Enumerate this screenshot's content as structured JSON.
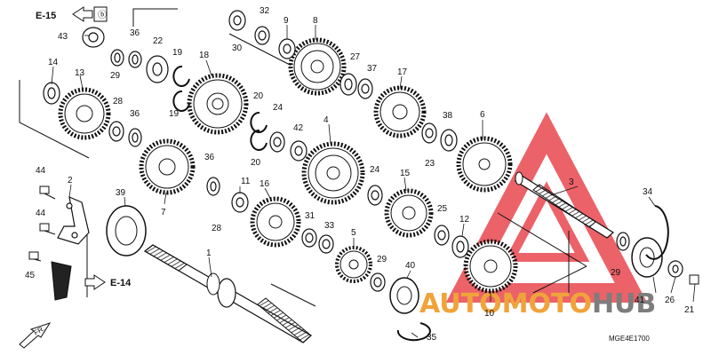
{
  "reference_codes": {
    "top": "E-15",
    "bottom": "E-14",
    "front": "FR.",
    "diagram_code": "MGE4E1700"
  },
  "watermark": {
    "part1": "AUTO",
    "part2": "MOTO",
    "part3": "HUB",
    "color_red": "#e8474f",
    "color_orange": "#f0a33a",
    "color_grey": "#7d7d7d"
  },
  "callouts": [
    {
      "id": "c1",
      "text": "1"
    },
    {
      "id": "c2",
      "text": "2"
    },
    {
      "id": "c3",
      "text": "3"
    },
    {
      "id": "c4",
      "text": "4"
    },
    {
      "id": "c5",
      "text": "5"
    },
    {
      "id": "c6",
      "text": "6"
    },
    {
      "id": "c7",
      "text": "7"
    },
    {
      "id": "c8",
      "text": "8"
    },
    {
      "id": "c9",
      "text": "9"
    },
    {
      "id": "c10",
      "text": "10"
    },
    {
      "id": "c11",
      "text": "11"
    },
    {
      "id": "c12",
      "text": "12"
    },
    {
      "id": "c13",
      "text": "13"
    },
    {
      "id": "c14",
      "text": "14"
    },
    {
      "id": "c15",
      "text": "15"
    },
    {
      "id": "c16",
      "text": "16"
    },
    {
      "id": "c17",
      "text": "17"
    },
    {
      "id": "c18",
      "text": "18"
    },
    {
      "id": "c19a",
      "text": "19"
    },
    {
      "id": "c19b",
      "text": "19"
    },
    {
      "id": "c20a",
      "text": "20"
    },
    {
      "id": "c20b",
      "text": "20"
    },
    {
      "id": "c21",
      "text": "21"
    },
    {
      "id": "c22",
      "text": "22"
    },
    {
      "id": "c23",
      "text": "23"
    },
    {
      "id": "c24a",
      "text": "24"
    },
    {
      "id": "c24b",
      "text": "24"
    },
    {
      "id": "c25",
      "text": "25"
    },
    {
      "id": "c26",
      "text": "26"
    },
    {
      "id": "c27",
      "text": "27"
    },
    {
      "id": "c28a",
      "text": "28"
    },
    {
      "id": "c28b",
      "text": "28"
    },
    {
      "id": "c29a",
      "text": "29"
    },
    {
      "id": "c29b",
      "text": "29"
    },
    {
      "id": "c29c",
      "text": "29"
    },
    {
      "id": "c30",
      "text": "30"
    },
    {
      "id": "c31",
      "text": "31"
    },
    {
      "id": "c32",
      "text": "32"
    },
    {
      "id": "c33",
      "text": "33"
    },
    {
      "id": "c34",
      "text": "34"
    },
    {
      "id": "c35",
      "text": "35"
    },
    {
      "id": "c36a",
      "text": "36"
    },
    {
      "id": "c36b",
      "text": "36"
    },
    {
      "id": "c36c",
      "text": "36"
    },
    {
      "id": "c37",
      "text": "37"
    },
    {
      "id": "c38",
      "text": "38"
    },
    {
      "id": "c39",
      "text": "39"
    },
    {
      "id": "c40",
      "text": "40"
    },
    {
      "id": "c41",
      "text": "41"
    },
    {
      "id": "c42",
      "text": "42"
    },
    {
      "id": "c43",
      "text": "43"
    },
    {
      "id": "c44a",
      "text": "44"
    },
    {
      "id": "c44b",
      "text": "44"
    },
    {
      "id": "c45",
      "text": "45"
    }
  ]
}
